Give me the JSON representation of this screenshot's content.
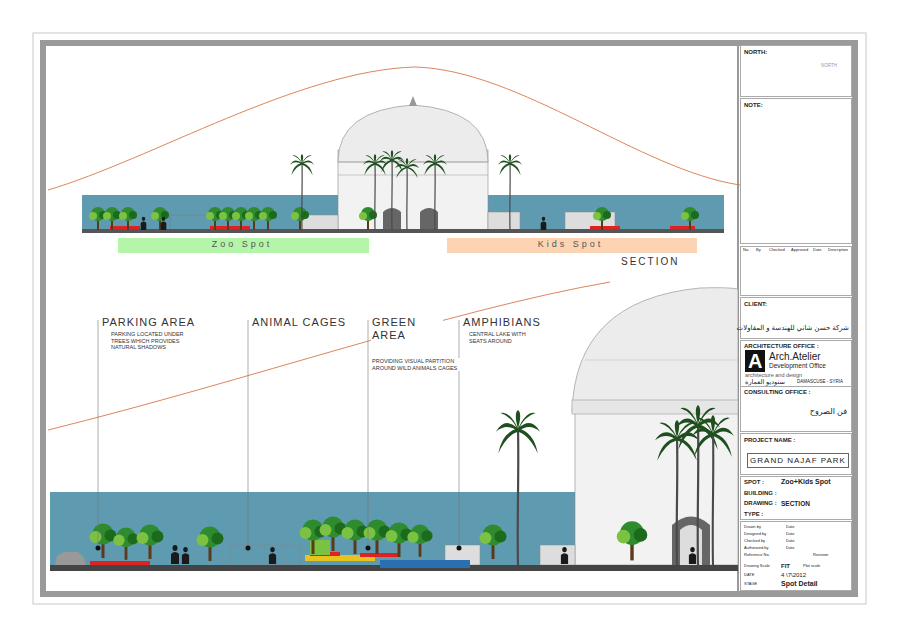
{
  "diagram": {
    "nodes": [
      {
        "text": [
          "Zoo Spot"
        ]
      },
      {
        "text": [
          "Kids Spot"
        ]
      },
      {
        "text": [
          "NORTH:",
          "NORTH"
        ]
      },
      {
        "text": [
          "NOTE:"
        ]
      },
      {
        "text": [
          "No.",
          "By",
          "Checked",
          "Approved",
          "Date",
          "Description"
        ]
      },
      {
        "text": [
          "CLIENT:",
          "شركة حسن شاني للهندسة و المقاولات"
        ]
      },
      {
        "text": [
          "ARCHITECTURE OFFICE :",
          "A",
          "Arch.Atelier",
          "Development Office",
          "architecture and design",
          "ستوديو العمارة",
          "DAMASCUSE - SYRIA"
        ]
      },
      {
        "text": [
          "CONSULTING OFFICE :",
          "فن الصروح"
        ]
      },
      {
        "text": [
          "PROJECT NAME :",
          "GRAND NAJAF PARK"
        ]
      },
      {
        "text": [
          "SPOT :",
          "Zoo+Kids Spot",
          "BUILDING :",
          "DRAWING :",
          "SECTION",
          "TYPE :"
        ]
      },
      {
        "text": [
          "Drawn by",
          "Date",
          "Designed by",
          "Date",
          "Checked by",
          "Date",
          "Authorized by",
          "Date",
          "Reference No.",
          "Revision",
          "Drawing Scale",
          "FIT",
          "Plot scale",
          "DATE",
          "4 \\7\\2012",
          "STAGE",
          "Spot Detail"
        ]
      }
    ],
    "labels": [
      "SECTION",
      "PARKING AREA",
      "PARKING LOCATED UNDER TREES WHICH PROVIDES NATURAL SHADOWS",
      "ANIMAL CAGES",
      "GREEN AREA",
      "PROVIDING VISUAL PARTITION AROUND WILD ANIMALS CAGES",
      "AMPHIBIANS",
      "CENTRAL LAKE WITH SEATS AROUND"
    ]
  }
}
